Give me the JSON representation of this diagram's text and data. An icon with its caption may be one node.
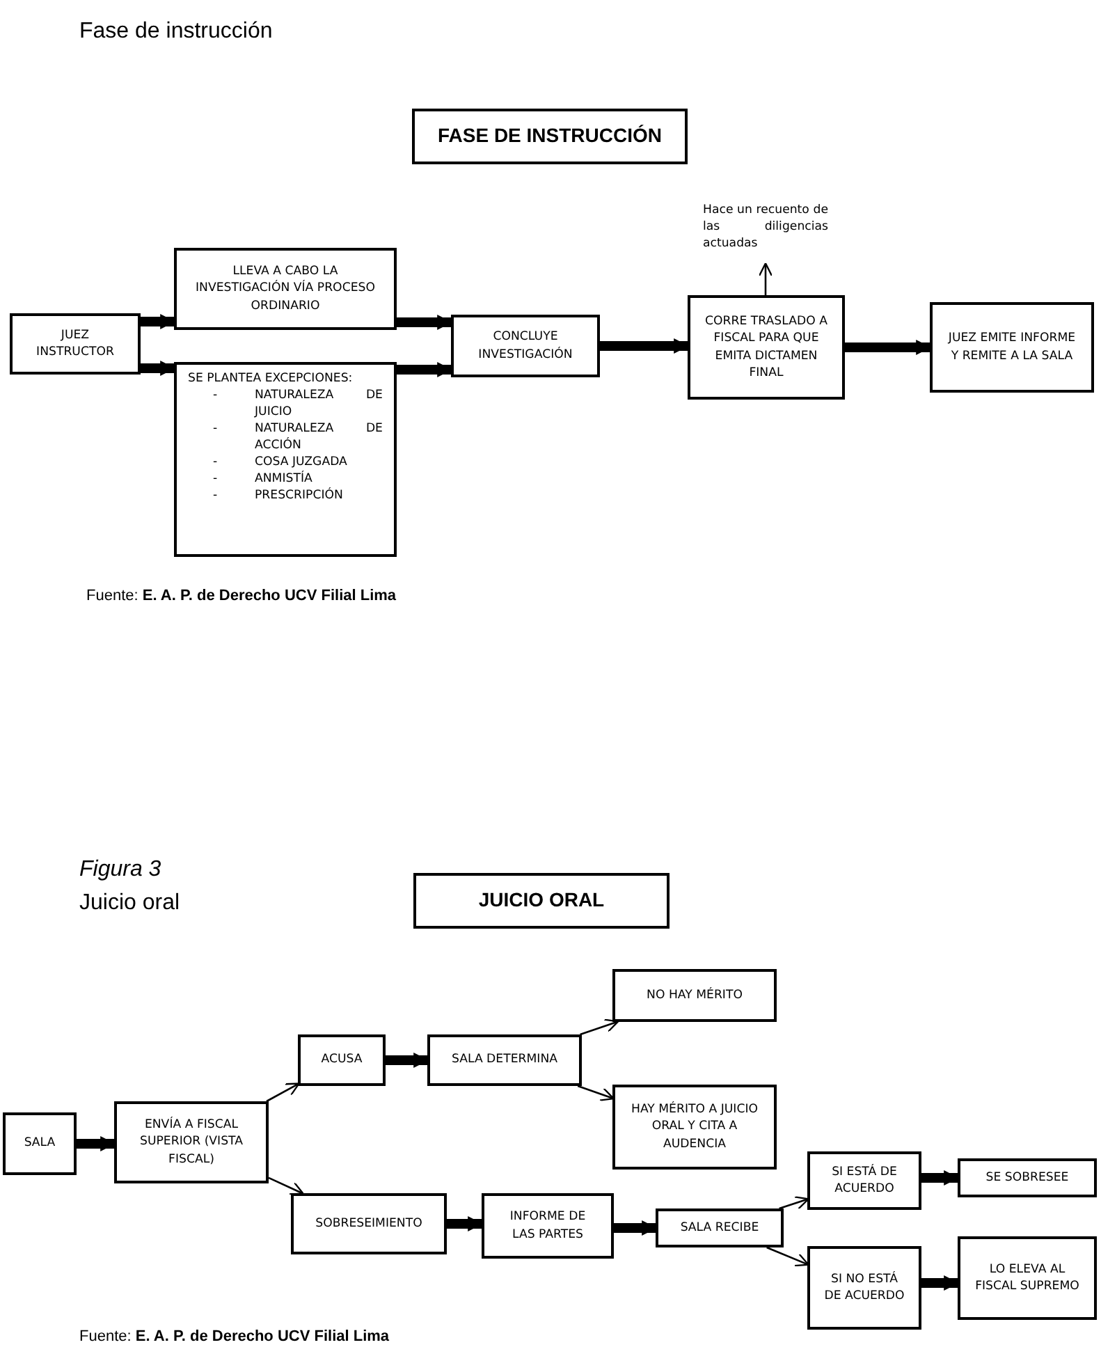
{
  "diagram": {
    "nodes": [
      {
        "text": [
          "FASE DE INSTRUCCIÓN"
        ]
      },
      {
        "text": [
          "JUEZ INSTRUCTOR"
        ]
      },
      {
        "text": [
          "LLEVA A CABO LA INVESTIGACIÓN VÍA PROCESO ORDINARIO"
        ]
      },
      {
        "text": [
          "SE PLANTEA EXCEPCIONES:",
          "- NATURALEZA DE JUICIO",
          "- NATURALEZA DE ACCIÓN",
          "- COSA JUZGADA",
          "- ANMISTÍA",
          "- PRESCRIPCIÓN"
        ]
      },
      {
        "text": [
          "CONCLUYE INVESTIGACIÓN"
        ]
      },
      {
        "text": [
          "Hace un recuento de las diligencias actuadas"
        ]
      },
      {
        "text": [
          "CORRE TRASLADO A FISCAL PARA QUE EMITA DICTAMEN FINAL"
        ]
      },
      {
        "text": [
          "JUEZ EMITE INFORME Y REMITE A LA SALA"
        ]
      },
      {
        "text": [
          "JUICIO ORAL"
        ]
      },
      {
        "text": [
          "SALA"
        ]
      },
      {
        "text": [
          "ENVÍA A FISCAL SUPERIOR (VISTA FISCAL)"
        ]
      },
      {
        "text": [
          "NO HAY MÉRITO"
        ]
      },
      {
        "text": [
          "ACUSA"
        ]
      },
      {
        "text": [
          "SALA DETERMINA"
        ]
      },
      {
        "text": [
          "HAY MÉRITO A JUICIO ORAL Y CITA A AUDENCIA"
        ]
      },
      {
        "text": [
          "SI ESTÁ DE ACUERDO"
        ]
      },
      {
        "text": [
          "SE SOBRESEE"
        ]
      },
      {
        "text": [
          "SOBRESEIMIENTO"
        ]
      },
      {
        "text": [
          "INFORME DE LAS PARTES"
        ]
      },
      {
        "text": [
          "SALA RECIBE"
        ]
      },
      {
        "text": [
          "SI NO ESTÁ DE ACUERDO"
        ]
      },
      {
        "text": [
          "LO ELEVA AL FISCAL SUPREMO"
        ]
      }
    ],
    "edges": [
      {
        "from": 1,
        "to": 2,
        "arrow": "to"
      },
      {
        "from": 1,
        "to": 3,
        "arrow": "to"
      },
      {
        "from": 2,
        "to": 4,
        "arrow": "to"
      },
      {
        "from": 3,
        "to": 4,
        "arrow": "to"
      },
      {
        "from": 4,
        "to": 6,
        "arrow": "to"
      },
      {
        "from": 6,
        "to": 7,
        "arrow": "to"
      },
      {
        "from": 6,
        "to": 5,
        "arrow": "to"
      },
      {
        "from": 9,
        "to": 10,
        "arrow": "to"
      },
      {
        "from": 10,
        "to": 12,
        "arrow": "to"
      },
      {
        "from": 10,
        "to": 17,
        "arrow": "to"
      },
      {
        "from": 12,
        "to": 13,
        "arrow": "to"
      },
      {
        "from": 13,
        "to": 11,
        "arrow": "to"
      },
      {
        "from": 13,
        "to": 14,
        "arrow": "to"
      },
      {
        "from": 17,
        "to": 18,
        "arrow": "to"
      },
      {
        "from": 18,
        "to": 19,
        "arrow": "to"
      },
      {
        "from": 19,
        "to": 15,
        "arrow": "to"
      },
      {
        "from": 19,
        "to": 20,
        "arrow": "to"
      },
      {
        "from": 15,
        "to": 16,
        "arrow": "to"
      },
      {
        "from": 20,
        "to": 21,
        "arrow": "to"
      }
    ],
    "labels": [
      "Fase de instrucción",
      "Fuente: **E. A. P. de Derecho UCV Filial Lima**",
      "Figura 3",
      "Juicio oral",
      "Fuente: **E. A. P. de Derecho UCV Filial Lima**"
    ]
  }
}
